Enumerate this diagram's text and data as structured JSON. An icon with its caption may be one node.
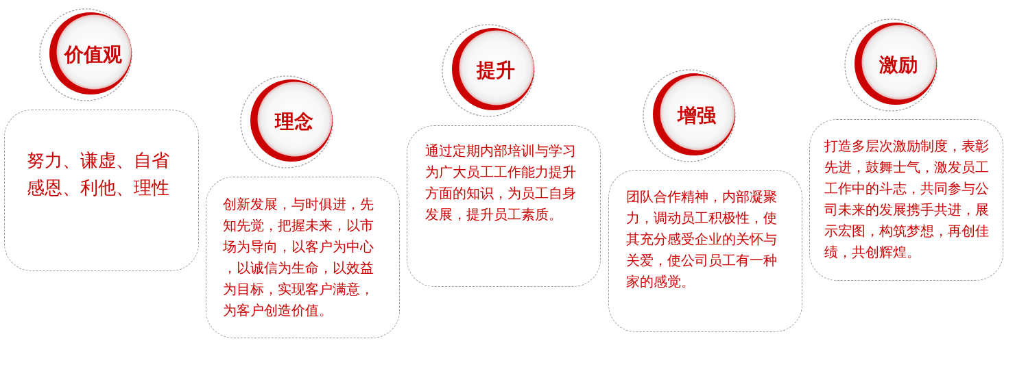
{
  "diagram": {
    "nodes": [
      {
        "text": [
          "价值观"
        ]
      },
      {
        "text": [
          "努力、谦虚、自省感恩、利他、理性"
        ]
      },
      {
        "text": [
          "理念"
        ]
      },
      {
        "text": [
          "创新发展，与时俱进，先知先觉，把握未来，以市场为导向，以客户为中心，以诚信为生命，以效益为目标，实现客户满意，为客户创造价值。"
        ]
      },
      {
        "text": [
          "提升"
        ]
      },
      {
        "text": [
          "通过定期内部培训与学习为广大员工工作能力提升方面的知识，为员工自身发展，提升员工素质。"
        ]
      },
      {
        "text": [
          "增强"
        ]
      },
      {
        "text": [
          "团队合作精神，内部凝聚力，调动员工积极性，使其充分感受企业的关怀与关爱，使公司员工有一种家的感觉。"
        ]
      },
      {
        "text": [
          "激励"
        ]
      },
      {
        "text": [
          "打造多层次激励制度，表彰先进，鼓舞士气，激发员工工作中的斗志，共同参与公司未来的发展携手共进，展示宏图，构筑梦想，再创佳绩，共创辉煌。"
        ]
      }
    ]
  }
}
